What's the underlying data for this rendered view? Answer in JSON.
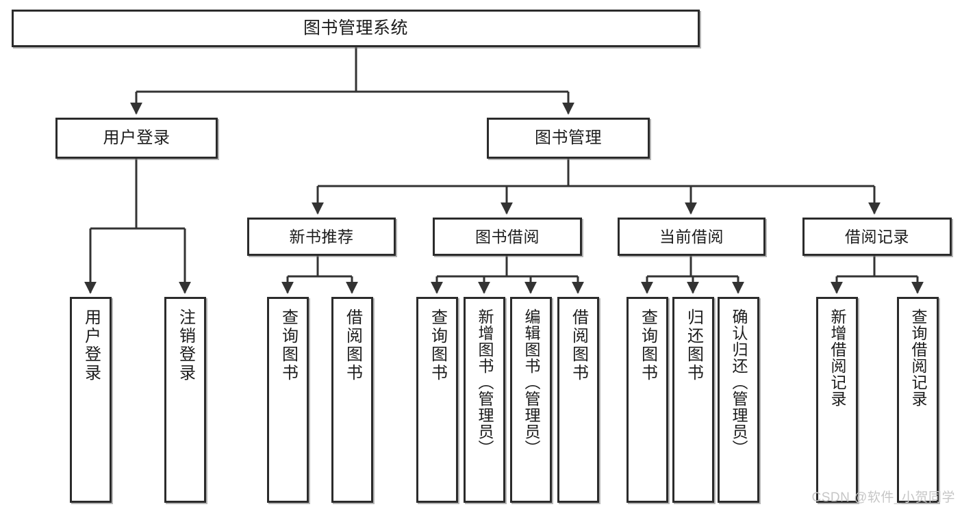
{
  "diagram": {
    "title": "图书管理系统",
    "type": "tree-hierarchy",
    "colors": {
      "box_border": "#2b2b2b",
      "box_fill": "#ffffff",
      "connector": "#333333",
      "text": "#1c1c1c",
      "watermark": "#c6c6c6",
      "background": "#ffffff"
    },
    "root": {
      "label": "图书管理系统"
    },
    "level2": [
      {
        "label": "用户登录"
      },
      {
        "label": "图书管理"
      }
    ],
    "level3": [
      {
        "label": "新书推荐"
      },
      {
        "label": "图书借阅"
      },
      {
        "label": "当前借阅"
      },
      {
        "label": "借阅记录"
      }
    ],
    "leaves": {
      "user_login": [
        {
          "label": "用户登录"
        },
        {
          "label": "注销登录"
        }
      ],
      "new_book_recommend": [
        {
          "label": "查询图书"
        },
        {
          "label": "借阅图书"
        }
      ],
      "book_borrow": [
        {
          "label": "查询图书"
        },
        {
          "label": "新增图书（管理员）"
        },
        {
          "label": "编辑图书（管理员）"
        },
        {
          "label": "借阅图书"
        }
      ],
      "current_borrow": [
        {
          "label": "查询图书"
        },
        {
          "label": "归还图书"
        },
        {
          "label": "确认归还（管理员）"
        }
      ],
      "borrow_record": [
        {
          "label": "新增借阅记录"
        },
        {
          "label": "查询借阅记录"
        }
      ]
    }
  },
  "watermark": {
    "text": "CSDN @软件_小贺同学"
  }
}
